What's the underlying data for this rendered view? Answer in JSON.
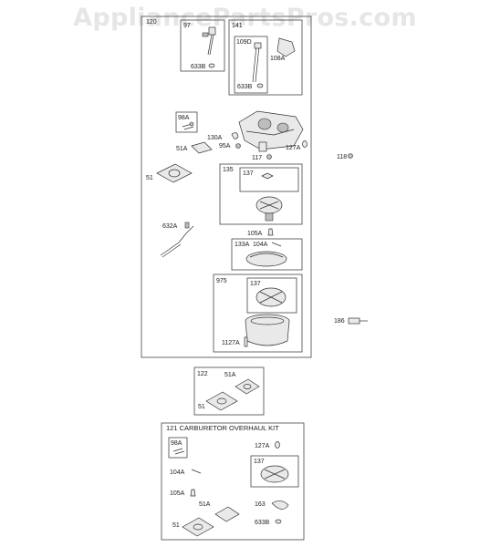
{
  "watermark": "AppliancePartsPros.com",
  "labels": {
    "l97": "97",
    "l633b_1": "633B",
    "l141": "141",
    "l109d": "109D",
    "l108a": "108A",
    "l633b_2": "633B",
    "l98a_1": "98A",
    "l130a": "130A",
    "l95a": "95A",
    "l127a_1": "127A",
    "l117": "117",
    "l118": "118",
    "l51a_1": "51A",
    "l51_1": "51",
    "l135": "135",
    "l137_1": "137",
    "l632a": "632A",
    "l105a_1": "105A",
    "l133a": "133A",
    "l104a_1": "104A",
    "l975": "975",
    "l137_2": "137",
    "l1127a": "1127A",
    "l186": "186",
    "l122": "122",
    "l51a_2": "51A",
    "l51_2": "51",
    "l98a_2": "98A",
    "l127a_2": "127A",
    "l104a_2": "104A",
    "l137_3": "137",
    "l105a_2": "105A",
    "l51a_3": "51A",
    "l163": "163",
    "l51_3": "51",
    "l633b_3": "633B"
  },
  "kit": {
    "title": "121 CARBURETOR OVERHAUL KIT"
  }
}
